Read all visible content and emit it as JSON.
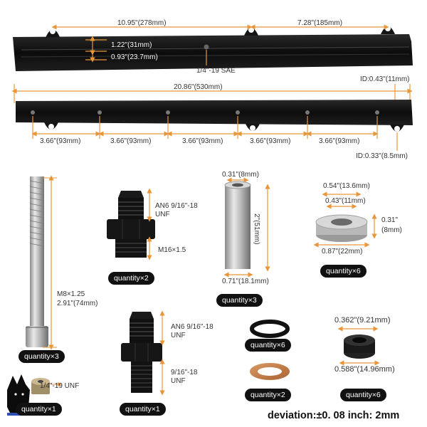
{
  "rail_top": {
    "dim_left": "10.95\"(278mm)",
    "dim_right": "7.28\"(185mm)",
    "dim_height_1": "1.22\"(31mm)",
    "dim_height_2": "0.93\"(23.7mm)",
    "thread": "1/4\"-19 SAE"
  },
  "rail_bottom": {
    "overall": "20.86\"(530mm)",
    "id_top": "ID:0.43\"(11mm)",
    "id_bottom": "ID:0.33\"(8.5mm)",
    "spacings": [
      "3.66\"(93mm)",
      "3.66\"(93mm)",
      "3.66\"(93mm)",
      "3.66\"(93mm)",
      "3.66\"(93mm)"
    ]
  },
  "bolt": {
    "spec1": "M8×1.25",
    "spec2": "2.91\"(74mm)",
    "qty": "quantity×3"
  },
  "fitting1": {
    "spec1": "AN6 9/16\"-18",
    "spec2": "UNF",
    "spec3": "M16×1.5",
    "qty": "quantity×2"
  },
  "spacer": {
    "top": "0.31\"(8mm)",
    "side": "2\"(51mm)",
    "bottom": "0.71\"(18.1mm)",
    "qty": "quantity×3"
  },
  "washer": {
    "outer_top": "0.54\"(13.6mm)",
    "inner": "0.43\"(11mm)",
    "height1": "0.31\"",
    "height2": "(8mm)",
    "outer": "0.87\"(22mm)",
    "qty": "quantity×6"
  },
  "fitting2": {
    "spec1": "AN6 9/16\"-18",
    "spec2": "UNF",
    "spec3": "9/16\"-18",
    "spec4": "UNF",
    "qty": "quantity×1"
  },
  "oring": {
    "qty": "quantity×6"
  },
  "crush_washer": {
    "qty": "quantity×2"
  },
  "insulator": {
    "top": "0.362\"(9.21mm)",
    "bottom": "0.588\"(14.96mm)",
    "qty": "quantity×6"
  },
  "plug": {
    "spec": "1/4\"-19 UNF",
    "qty": "quantity×1"
  },
  "footer": {
    "deviation": "deviation:±0. 08 inch: 2mm"
  },
  "colors": {
    "dimension": "#e8963a",
    "part": "#111111",
    "badge": "#111111"
  }
}
